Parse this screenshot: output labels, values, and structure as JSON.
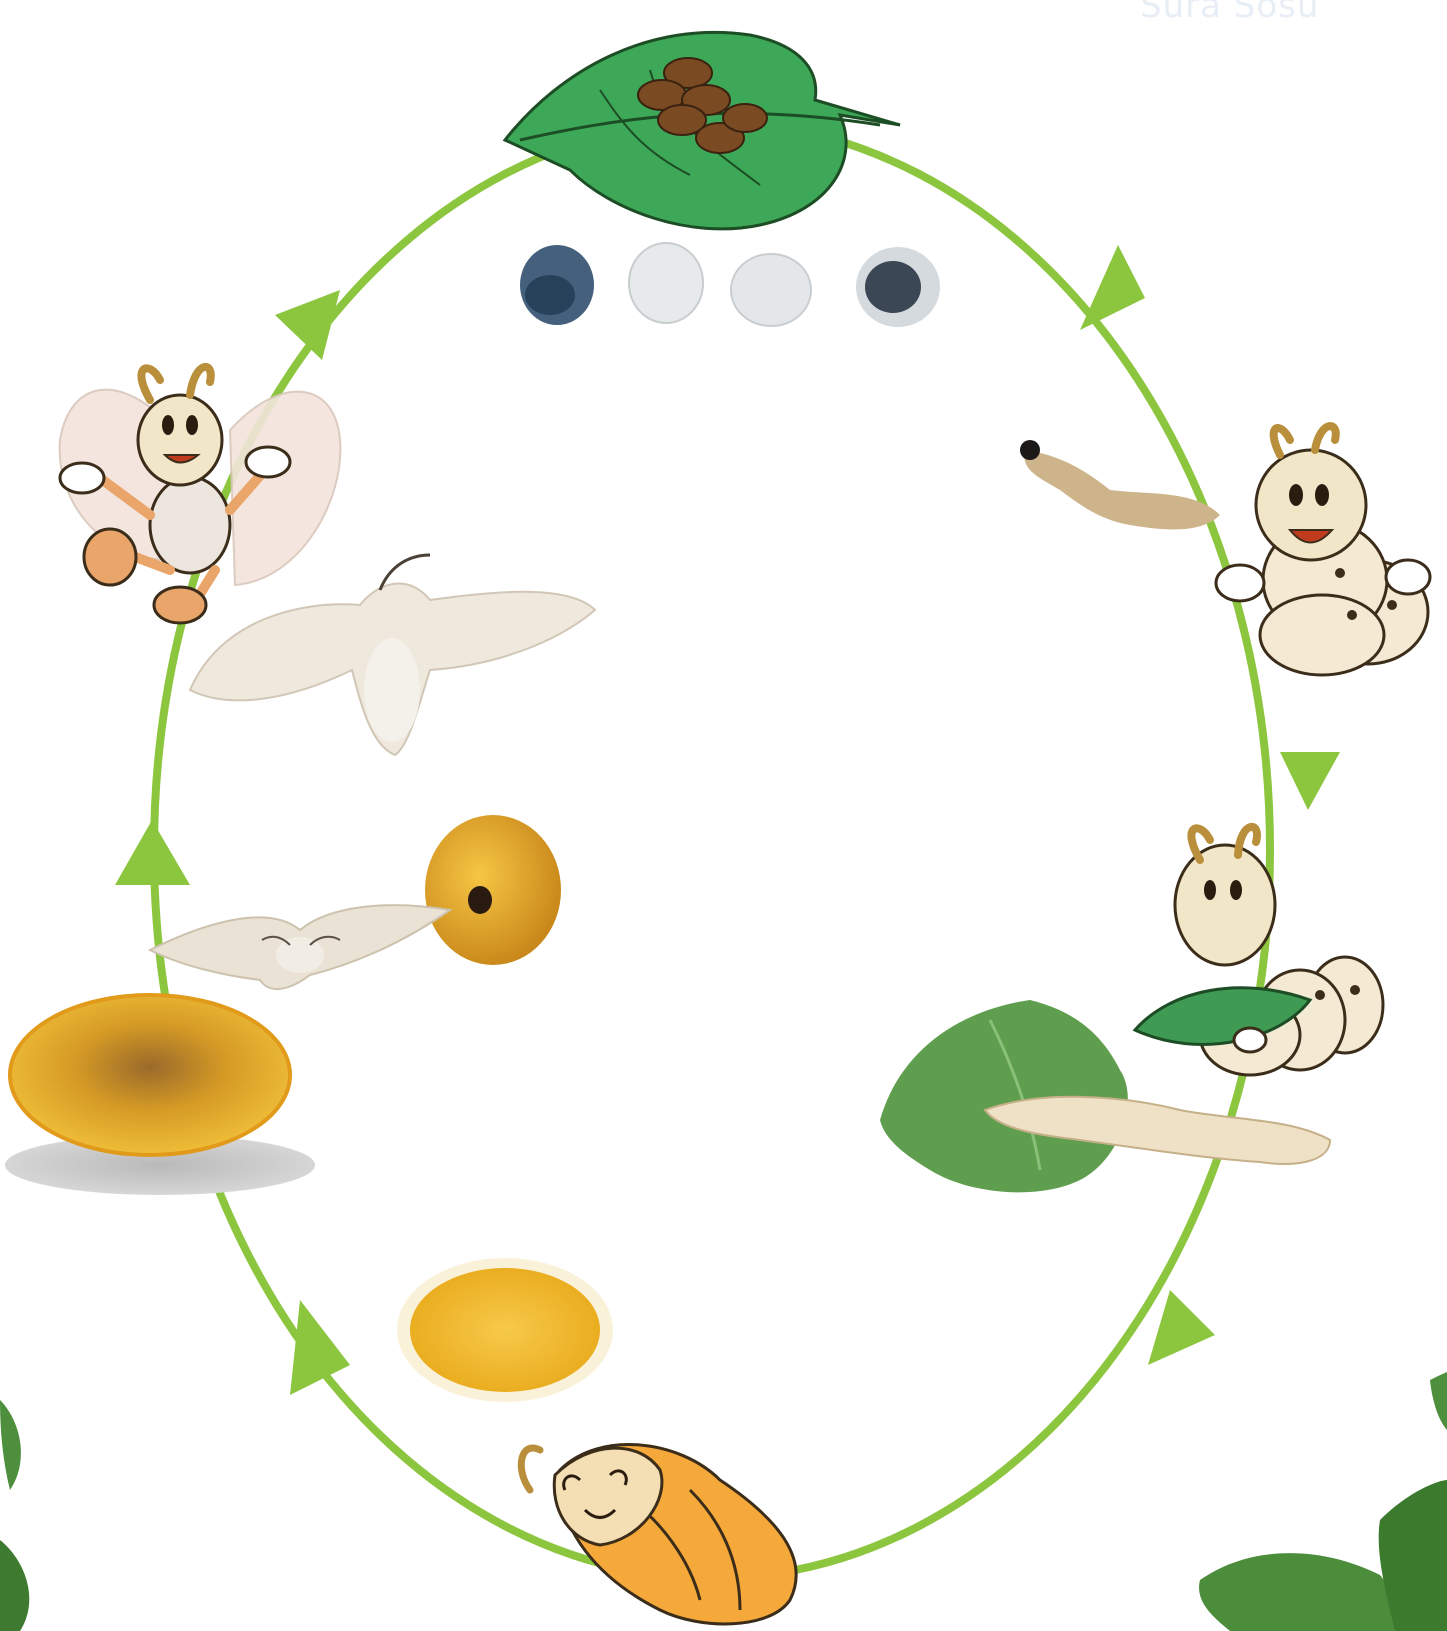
{
  "diagram": {
    "watermark_text": "Sura Sosu",
    "colors": {
      "cycle_arrow": "#8cc63f",
      "leaf": "#3da857",
      "egg": "#7a4a22",
      "cocoon_yellow": "#f2b52a",
      "larva_cream": "#f4ead3"
    },
    "stages": [
      {
        "id": "eggs",
        "icon": "egg-on-leaf-icon"
      },
      {
        "id": "larva",
        "icon": "silkworm-larva-icon"
      },
      {
        "id": "feeding-larva",
        "icon": "silkworm-eating-leaf-icon"
      },
      {
        "id": "pupa",
        "icon": "pupa-in-cocoon-icon"
      },
      {
        "id": "cocoon",
        "icon": "cocoon-icon"
      },
      {
        "id": "emerging-moth",
        "icon": "moth-emerging-icon"
      },
      {
        "id": "adult-moth",
        "icon": "adult-moth-icon"
      }
    ]
  }
}
